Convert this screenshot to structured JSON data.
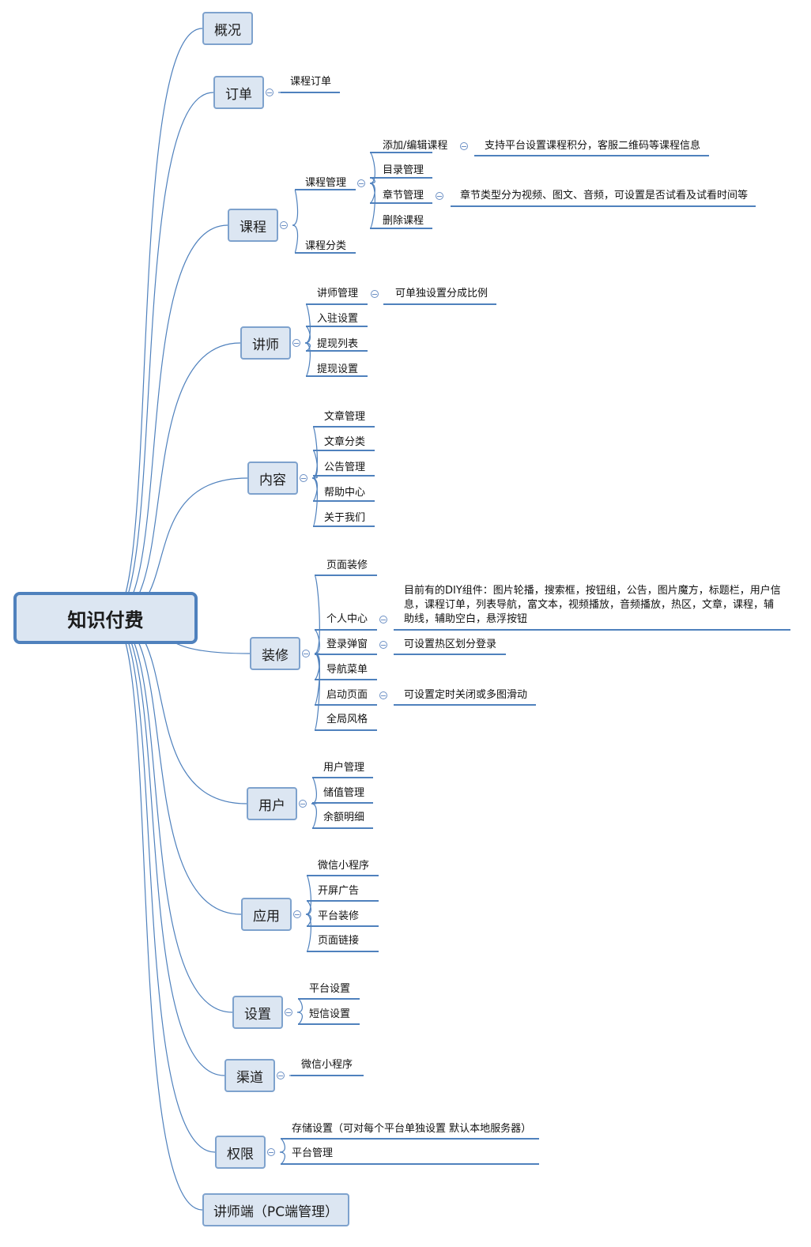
{
  "root": {
    "label": "知识付费"
  },
  "colors": {
    "line": "#4f81bd",
    "fill": "#dce6f2",
    "border": "#7ea2cd"
  },
  "topics": [
    {
      "label": "概况",
      "children": []
    },
    {
      "label": "订单",
      "children": [
        {
          "label": "课程订单"
        }
      ]
    },
    {
      "label": "课程",
      "children": [
        {
          "label": "课程管理",
          "children": [
            {
              "label": "添加/编辑课程",
              "note": "支持平台设置课程积分，客服二维码等课程信息"
            },
            {
              "label": "目录管理"
            },
            {
              "label": "章节管理",
              "note": "章节类型分为视频、图文、音频，可设置是否试看及试看时间等"
            },
            {
              "label": "删除课程"
            }
          ]
        },
        {
          "label": "课程分类"
        }
      ]
    },
    {
      "label": "讲师",
      "children": [
        {
          "label": "讲师管理",
          "note": "可单独设置分成比例"
        },
        {
          "label": "入驻设置"
        },
        {
          "label": "提现列表"
        },
        {
          "label": "提现设置"
        }
      ]
    },
    {
      "label": "内容",
      "children": [
        {
          "label": "文章管理"
        },
        {
          "label": "文章分类"
        },
        {
          "label": "公告管理"
        },
        {
          "label": "帮助中心"
        },
        {
          "label": "关于我们"
        }
      ]
    },
    {
      "label": "装修",
      "children": [
        {
          "label": "页面装修"
        },
        {
          "label": "个人中心",
          "note": "目前有的DIY组件：图片轮播，搜索框，按钮组，公告，图片魔方，标题栏，用户信息，课程订单，列表导航，富文本，视频播放，音频播放，热区，文章，课程，辅助线，辅助空白，悬浮按钮"
        },
        {
          "label": "登录弹窗",
          "note": "可设置热区划分登录"
        },
        {
          "label": "导航菜单"
        },
        {
          "label": "启动页面",
          "note": "可设置定时关闭或多图滑动"
        },
        {
          "label": "全局风格"
        }
      ]
    },
    {
      "label": "用户",
      "children": [
        {
          "label": "用户管理"
        },
        {
          "label": "储值管理"
        },
        {
          "label": "余额明细"
        }
      ]
    },
    {
      "label": "应用",
      "children": [
        {
          "label": "微信小程序"
        },
        {
          "label": "开屏广告"
        },
        {
          "label": "平台装修"
        },
        {
          "label": "页面链接"
        }
      ]
    },
    {
      "label": "设置",
      "children": [
        {
          "label": "平台设置"
        },
        {
          "label": "短信设置"
        }
      ]
    },
    {
      "label": "渠道",
      "children": [
        {
          "label": "微信小程序"
        }
      ]
    },
    {
      "label": "权限",
      "children": [
        {
          "label": "存储设置（可对每个平台单独设置 默认本地服务器）"
        },
        {
          "label": "平台管理"
        }
      ]
    },
    {
      "label": "讲师端（PC端管理）",
      "children": []
    }
  ]
}
